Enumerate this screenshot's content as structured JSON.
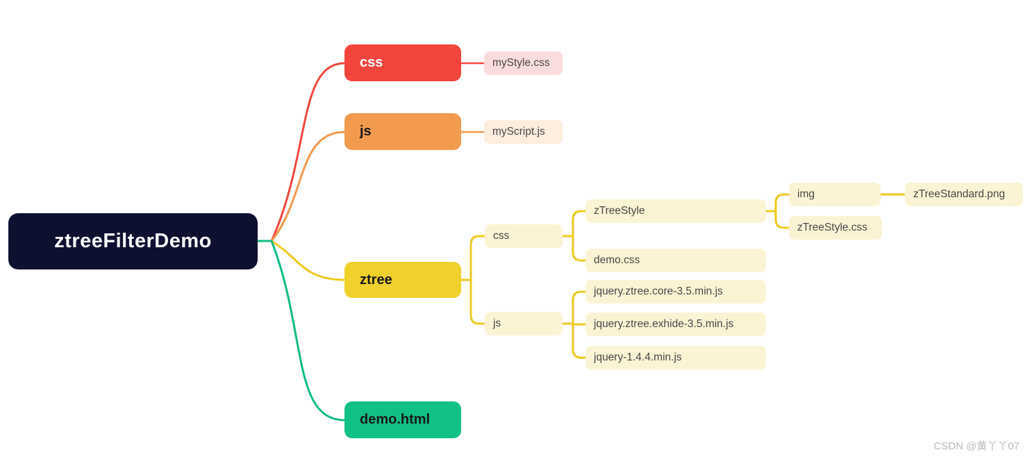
{
  "colors": {
    "canvas-bg": "#ffffff",
    "root-bg": "#0e1030",
    "root-text": "#ffffff",
    "css-bg": "#f4453c",
    "css-text": "#ffffff",
    "js-bg": "#f29b4e",
    "ztree-bg": "#f0d02a",
    "demo-bg": "#10c183",
    "primary-text": "#17181c",
    "leaf-pink-bg": "#fbdcdc",
    "leaf-cream-bg": "#fdeede",
    "leaf-yellow-bg": "#fbf4d4",
    "leaf-text": "#4b464a",
    "line-red": "#f4473e",
    "line-orange": "#f2994d",
    "line-yellow": "#edc81f",
    "line-green": "#0fbd7d",
    "watermark-color": "#b9b9b9"
  },
  "mindmap": {
    "root": {
      "label": "ztreeFilterDemo"
    },
    "branches": [
      {
        "label": "css",
        "children": [
          {
            "label": "myStyle.css"
          }
        ]
      },
      {
        "label": "js",
        "children": [
          {
            "label": "myScript.js"
          }
        ]
      },
      {
        "label": "ztree",
        "children": [
          {
            "label": "css",
            "children": [
              {
                "label": "zTreeStyle",
                "children": [
                  {
                    "label": "img",
                    "children": [
                      {
                        "label": "zTreeStandard.png"
                      }
                    ]
                  },
                  {
                    "label": "zTreeStyle.css"
                  }
                ]
              },
              {
                "label": "demo.css"
              }
            ]
          },
          {
            "label": "js",
            "children": [
              {
                "label": "jquery.ztree.core-3.5.min.js"
              },
              {
                "label": "jquery.ztree.exhide-3.5.min.js"
              },
              {
                "label": "jquery-1.4.4.min.js"
              }
            ]
          }
        ]
      },
      {
        "label": "demo.html"
      }
    ]
  },
  "watermark": {
    "text": "CSDN @黄丫丫07"
  }
}
